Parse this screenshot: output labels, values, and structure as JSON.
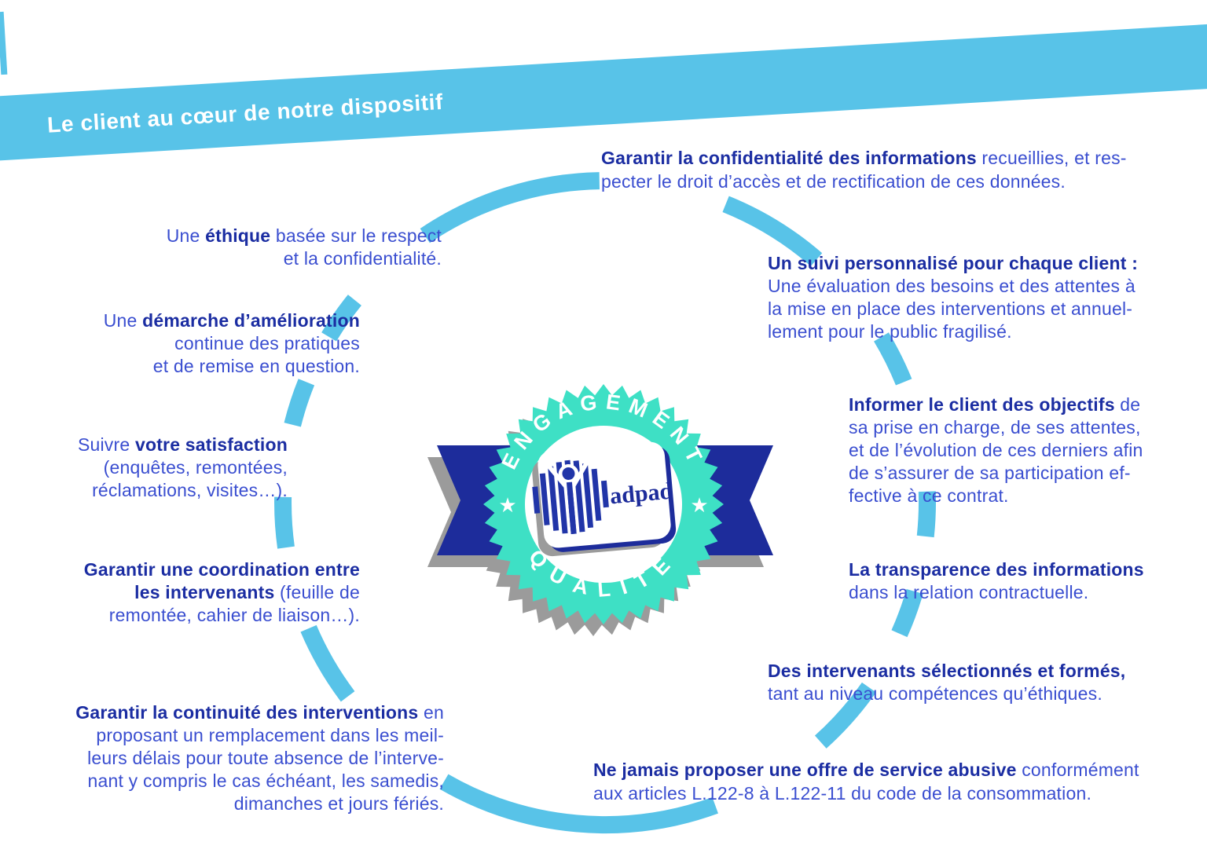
{
  "title_banner": {
    "label": "Le client au cœur de notre dispositif"
  },
  "badge": {
    "arc_top": "ENGAGEMENT",
    "arc_bottom": "QUALITÉ",
    "logo_text": "adpad",
    "star_glyph": "★"
  },
  "colors": {
    "sky_blue": "#58C3E8",
    "teal": "#3EE0C5",
    "navy": "#1D2C9B",
    "bold_text": "#1B2DA2",
    "body_text": "#3A4ED0",
    "shadow_gray": "#9B9B9B"
  },
  "blocks": [
    {
      "id": "confidentialite",
      "segments": [
        {
          "t": "Garantir la confidentialité des informations",
          "b": 1
        },
        {
          "t": " recueillies, et res-",
          "br": 1
        },
        {
          "t": "pecter le droit d’accès et de rectification de ces données."
        }
      ]
    },
    {
      "id": "ethique",
      "segments": [
        {
          "t": "Une "
        },
        {
          "t": "éthique",
          "b": 1
        },
        {
          "t": " basée sur le respect",
          "br": 1
        },
        {
          "t": "et la confidentialité."
        }
      ]
    },
    {
      "id": "demarche",
      "segments": [
        {
          "t": "Une "
        },
        {
          "t": "démarche d’amélioration",
          "b": 1,
          "br": 1
        },
        {
          "t": "continue des pratiques",
          "br": 1
        },
        {
          "t": "et de remise en question."
        }
      ]
    },
    {
      "id": "satisfaction",
      "segments": [
        {
          "t": "Suivre "
        },
        {
          "t": "votre satisfaction",
          "b": 1,
          "br": 1
        },
        {
          "t": "(enquêtes, remontées,",
          "br": 1
        },
        {
          "t": "réclamations, visites…)."
        }
      ]
    },
    {
      "id": "coordination",
      "segments": [
        {
          "t": "Garantir une coordination entre",
          "b": 1,
          "br": 1
        },
        {
          "t": "les intervenants",
          "b": 1
        },
        {
          "t": " (feuille de",
          "br": 1
        },
        {
          "t": "remontée, cahier de liaison…)."
        }
      ]
    },
    {
      "id": "continuite",
      "segments": [
        {
          "t": "Garantir la continuité des interventions",
          "b": 1
        },
        {
          "t": " en",
          "br": 1
        },
        {
          "t": "proposant un remplacement dans les meil-",
          "br": 1
        },
        {
          "t": "leurs délais pour toute absence de l’interve-",
          "br": 1
        },
        {
          "t": "nant y compris le cas échéant, les samedis,",
          "br": 1
        },
        {
          "t": "dimanches et jours fériés."
        }
      ]
    },
    {
      "id": "suivi",
      "segments": [
        {
          "t": "Un suivi personnalisé pour chaque client :",
          "b": 1,
          "br": 1
        },
        {
          "t": "Une évaluation des besoins et des attentes à",
          "br": 1
        },
        {
          "t": "la mise en place des interventions et annuel-",
          "br": 1
        },
        {
          "t": "lement pour le public fragilisé."
        }
      ]
    },
    {
      "id": "informer",
      "segments": [
        {
          "t": "Informer le client des objectifs",
          "b": 1
        },
        {
          "t": " de",
          "br": 1
        },
        {
          "t": "sa prise en charge, de ses attentes,",
          "br": 1
        },
        {
          "t": "et de l’évolution de ces derniers afin",
          "br": 1
        },
        {
          "t": "de s’assurer de sa participation ef-",
          "br": 1
        },
        {
          "t": "fective à ce contrat."
        }
      ]
    },
    {
      "id": "transparence",
      "segments": [
        {
          "t": "La transparence des informations",
          "b": 1,
          "br": 1
        },
        {
          "t": "dans la relation contractuelle."
        }
      ]
    },
    {
      "id": "intervenants",
      "segments": [
        {
          "t": "Des intervenants sélectionnés et formés,",
          "b": 1,
          "br": 1
        },
        {
          "t": "tant au niveau compétences qu’éthiques."
        }
      ]
    },
    {
      "id": "offre_abusive",
      "segments": [
        {
          "t": "Ne jamais proposer une offre de service abusive",
          "b": 1
        },
        {
          "t": " conformément",
          "br": 1
        },
        {
          "t": "aux articles L.122-8 à L.122-11 du code de la consommation."
        }
      ]
    }
  ]
}
